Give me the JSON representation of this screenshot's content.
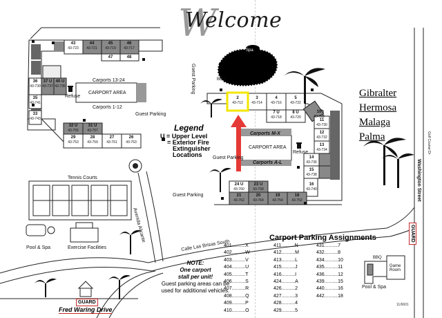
{
  "title": "Welcome",
  "legend": {
    "title": "Legend",
    "upper_level": "U = Upper Level",
    "extinguisher_line1": "= Exterior Fire",
    "extinguisher_line2": "Extinguisher",
    "extinguisher_line3": "Locations"
  },
  "building_names": [
    "Gibralter",
    "Hermosa",
    "Malaga",
    "Palma"
  ],
  "labels": {
    "carports_13_24": "Carports 13-24",
    "carports_1_12": "Carports 1-12",
    "carport_area": "CARPORT AREA",
    "carport_area_2": "CARPORT AREA",
    "carports_mx": "Carports M-X",
    "carports_al": "Carports A-L",
    "guest_parking": "Guest Parking",
    "guest_parking_2": "Guest Parking",
    "guest_parking_3": "Guest Parking",
    "guest_parking_4": "Guest Parking",
    "refuse": "Refuse",
    "refuse_2": "Refuse",
    "spa": "Spa",
    "bbq": "BBQ",
    "bbq_2": "BBQ",
    "tennis_courts": "Tennis Courts",
    "pool_spa": "Pool & Spa",
    "pool_spa_2": "Pool & Spa",
    "exercise": "Exercise Facilities",
    "game_room": "Game Room",
    "street_calle": "Calle Las Brisas South",
    "street_avenida": "Avenida Alicante",
    "street_washington": "Washington Street",
    "street_golf": "Golf Course Dr",
    "fred_waring": "Fred Waring Drive",
    "guard": "GUARD",
    "guard_2": "GUARD",
    "doc_code": "11/6601"
  },
  "note": {
    "heading": "NOTE:",
    "line1": "One carport",
    "line2": "stall per unit!",
    "body": "Guest parking areas can be used for additional vehicles."
  },
  "carport_assignments": {
    "title": "Carport Parking Assignments",
    "col1": [
      "401..........X",
      "402..........W",
      "403..........V",
      "404..........U",
      "405..........T",
      "406..........S",
      "407..........R",
      "408..........Q",
      "409..........P",
      "410..........O"
    ],
    "col2": [
      "411..........N",
      "412..........M",
      "413..........L",
      "415..........J",
      "416..........I",
      "424..........A",
      "426..........2",
      "427..........3",
      "428..........4",
      "429..........5"
    ],
    "col3": [
      "431..........7",
      "432..........8",
      "434..........10",
      "435..........11",
      "436..........12",
      "439..........15",
      "440..........16",
      "442..........18"
    ]
  },
  "units": [
    {
      "n": "43",
      "c": "43-723"
    },
    {
      "n": "44",
      "c": "43-721"
    },
    {
      "n": "45",
      "c": "43-719"
    },
    {
      "n": "46",
      "c": "43-717"
    },
    {
      "n": "47",
      "c": ""
    },
    {
      "n": "48",
      "c": ""
    },
    {
      "n": "36",
      "c": "43-739"
    },
    {
      "n": "37 U",
      "c": "43-737"
    },
    {
      "n": "40 U",
      "c": "43-735"
    },
    {
      "n": "35",
      "c": "43-741"
    },
    {
      "n": "33",
      "c": "43-743"
    },
    {
      "n": "32 U",
      "c": "43-755"
    },
    {
      "n": "31 U",
      "c": "43-757"
    },
    {
      "n": "29",
      "c": "43-753"
    },
    {
      "n": "28",
      "c": "43-759"
    },
    {
      "n": "27",
      "c": "43-761"
    },
    {
      "n": "26",
      "c": "43-763"
    },
    {
      "n": "2",
      "c": "43-712"
    },
    {
      "n": "3",
      "c": "43-714"
    },
    {
      "n": "4",
      "c": "43-716"
    },
    {
      "n": "5",
      "c": "43-722"
    },
    {
      "n": "7 U",
      "c": "43-718"
    },
    {
      "n": "8 U",
      "c": "43-720"
    },
    {
      "n": "10",
      "c": "43-728"
    },
    {
      "n": "11",
      "c": "43-730"
    },
    {
      "n": "12",
      "c": "43-732"
    },
    {
      "n": "13",
      "c": "43-734"
    },
    {
      "n": "14",
      "c": "43-736"
    },
    {
      "n": "15",
      "c": "43-738"
    },
    {
      "n": "16",
      "c": "43-740"
    },
    {
      "n": "24 U",
      "c": "43-760"
    },
    {
      "n": "23 U",
      "c": "43-758"
    },
    {
      "n": "21",
      "c": "43-762"
    },
    {
      "n": "20",
      "c": "43-764"
    },
    {
      "n": "19",
      "c": "43-754"
    },
    {
      "n": "18",
      "c": "43-752"
    }
  ],
  "highlight_unit": "2",
  "accent_colors": {
    "highlight": "#f2e600",
    "arrow": "#e53935",
    "guard_box": "#c62828"
  }
}
